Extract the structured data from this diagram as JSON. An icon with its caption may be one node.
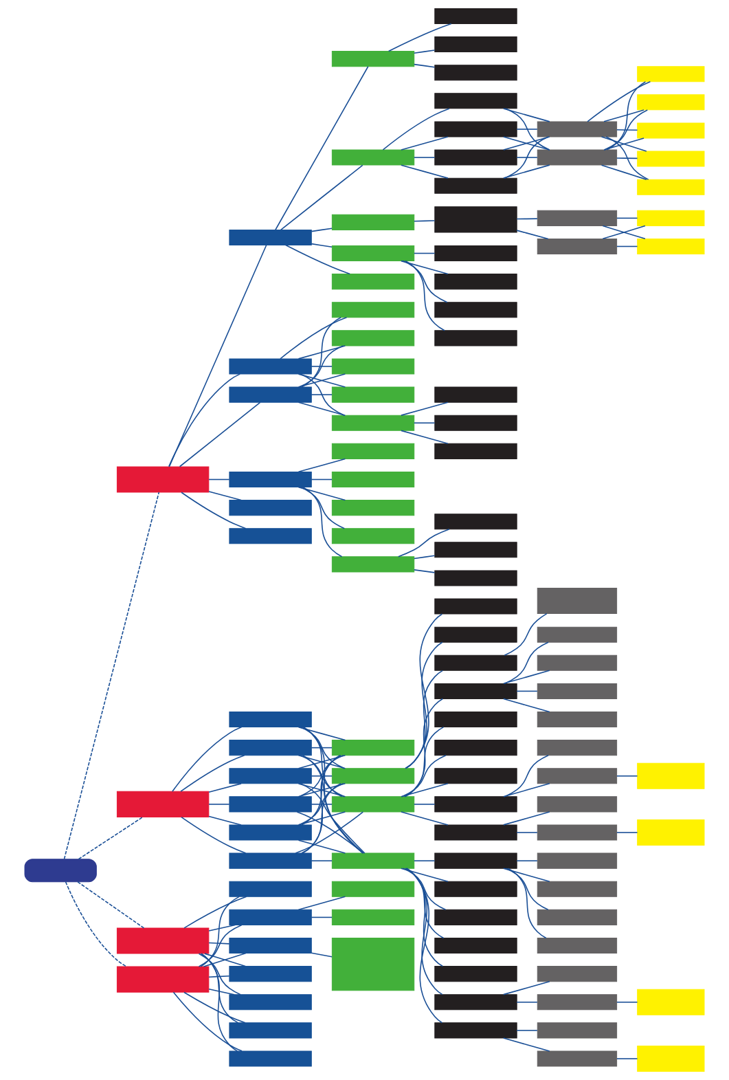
{
  "diagram": {
    "nodes": [
      {
        "text": [],
        "shape": "box"
      },
      {
        "text": [],
        "shape": "bar"
      },
      {
        "text": [],
        "shape": "bar"
      },
      {
        "text": [],
        "shape": "bar"
      },
      {
        "text": [],
        "shape": "bar"
      },
      {
        "text": [],
        "shape": "bar"
      },
      {
        "text": [],
        "shape": "bar"
      },
      {
        "text": [],
        "shape": "bar"
      },
      {
        "text": [],
        "shape": "bar"
      },
      {
        "text": [],
        "shape": "bar"
      },
      {
        "text": [],
        "shape": "bar"
      },
      {
        "text": [],
        "shape": "bar"
      },
      {
        "text": [],
        "shape": "bar"
      },
      {
        "text": [],
        "shape": "bar"
      },
      {
        "text": [],
        "shape": "bar"
      },
      {
        "text": [],
        "shape": "bar"
      },
      {
        "text": [],
        "shape": "bar"
      },
      {
        "text": [],
        "shape": "bar"
      },
      {
        "text": [],
        "shape": "bar"
      },
      {
        "text": [],
        "shape": "box"
      },
      {
        "text": [],
        "shape": "bar"
      },
      {
        "text": [],
        "shape": "bar"
      },
      {
        "text": [],
        "shape": "bar"
      },
      {
        "text": [],
        "shape": "bar"
      },
      {
        "text": [],
        "shape": "bar"
      },
      {
        "text": [],
        "shape": "bar"
      },
      {
        "text": [],
        "shape": "bar"
      },
      {
        "text": [],
        "shape": "bar"
      },
      {
        "text": [],
        "shape": "bar"
      },
      {
        "text": [],
        "shape": "bar"
      },
      {
        "text": [],
        "shape": "bar"
      },
      {
        "text": [],
        "shape": "bar"
      },
      {
        "text": [],
        "shape": "bar"
      },
      {
        "text": [],
        "shape": "bar"
      },
      {
        "text": [],
        "shape": "bar"
      },
      {
        "text": [],
        "shape": "bar"
      },
      {
        "text": [],
        "shape": "bar"
      },
      {
        "text": [],
        "shape": "bar"
      },
      {
        "text": [],
        "shape": "bar"
      },
      {
        "text": [],
        "shape": "bar"
      },
      {
        "text": [],
        "shape": "bar"
      },
      {
        "text": [],
        "shape": "bar"
      },
      {
        "text": [],
        "shape": "bar"
      },
      {
        "text": [],
        "shape": "bar"
      },
      {
        "text": [],
        "shape": "bar"
      },
      {
        "text": [],
        "shape": "bar"
      },
      {
        "text": [],
        "shape": "bar"
      },
      {
        "text": [],
        "shape": "bar"
      },
      {
        "text": [],
        "shape": "bar"
      },
      {
        "text": [],
        "shape": "bar"
      },
      {
        "text": [],
        "shape": "bar"
      },
      {
        "text": [],
        "shape": "box"
      },
      {
        "text": [],
        "shape": "bar"
      },
      {
        "text": [],
        "shape": "bar"
      },
      {
        "text": [],
        "shape": "bar"
      },
      {
        "text": [],
        "shape": "bar"
      },
      {
        "text": [],
        "shape": "bar"
      },
      {
        "text": [],
        "shape": "bar"
      },
      {
        "text": [],
        "shape": "bar"
      },
      {
        "text": [],
        "shape": "bar"
      },
      {
        "text": [],
        "shape": "bar"
      },
      {
        "text": [],
        "shape": "bar"
      },
      {
        "text": [],
        "shape": "bar"
      },
      {
        "text": [],
        "shape": "box"
      },
      {
        "text": [],
        "shape": "bar"
      },
      {
        "text": [],
        "shape": "bar"
      },
      {
        "text": [],
        "shape": "bar"
      },
      {
        "text": [],
        "shape": "bar"
      },
      {
        "text": [],
        "shape": "bar"
      },
      {
        "text": [],
        "shape": "bar"
      },
      {
        "text": [],
        "shape": "bar"
      },
      {
        "text": [],
        "shape": "bar"
      },
      {
        "text": [],
        "shape": "bar"
      },
      {
        "text": [],
        "shape": "bar"
      },
      {
        "text": [],
        "shape": "bar"
      },
      {
        "text": [],
        "shape": "bar"
      },
      {
        "text": [],
        "shape": "box"
      },
      {
        "text": [],
        "shape": "bar"
      },
      {
        "text": [],
        "shape": "bar"
      },
      {
        "text": [],
        "shape": "bar"
      },
      {
        "text": [],
        "shape": "box"
      },
      {
        "text": [],
        "shape": "bar"
      },
      {
        "text": [],
        "shape": "bar"
      },
      {
        "text": [],
        "shape": "bar"
      },
      {
        "text": [],
        "shape": "bar"
      },
      {
        "text": [],
        "shape": "bar"
      },
      {
        "text": [],
        "shape": "bar"
      },
      {
        "text": [],
        "shape": "bar"
      },
      {
        "text": [],
        "shape": "bar"
      },
      {
        "text": [],
        "shape": "bar"
      },
      {
        "text": [],
        "shape": "bar"
      },
      {
        "text": [],
        "shape": "bar"
      },
      {
        "text": [],
        "shape": "bar"
      },
      {
        "text": [],
        "shape": "bar"
      },
      {
        "text": [],
        "shape": "box"
      },
      {
        "text": [],
        "shape": "bar"
      },
      {
        "text": [],
        "shape": "bar"
      },
      {
        "text": [],
        "shape": "bar"
      },
      {
        "text": [],
        "shape": "box"
      },
      {
        "text": [],
        "shape": "box"
      },
      {
        "text": [],
        "shape": "box"
      },
      {
        "text": [],
        "shape": "bar"
      },
      {
        "text": [],
        "shape": "bar"
      },
      {
        "text": [],
        "shape": "bar"
      },
      {
        "text": [],
        "shape": "bar"
      },
      {
        "text": [],
        "shape": "bar"
      },
      {
        "text": [],
        "shape": "box"
      },
      {
        "text": [],
        "shape": "bar"
      },
      {
        "text": [],
        "shape": "bar"
      },
      {
        "text": [],
        "shape": "bar"
      },
      {
        "text": [],
        "shape": "bar"
      },
      {
        "text": [],
        "shape": "pill"
      }
    ],
    "edges": [
      {
        "from": 111,
        "to": 0,
        "arrow": "none",
        "style": "dashed"
      },
      {
        "from": 111,
        "to": 51,
        "arrow": "none",
        "style": "dashed"
      },
      {
        "from": 111,
        "to": 99,
        "arrow": "none",
        "style": "dashed"
      },
      {
        "from": 111,
        "to": 100,
        "arrow": "none",
        "style": "dashed"
      },
      {
        "from": 0,
        "to": 1,
        "arrow": "none"
      },
      {
        "from": 0,
        "to": 30,
        "arrow": "none"
      },
      {
        "from": 0,
        "to": 31,
        "arrow": "none"
      },
      {
        "from": 0,
        "to": 40,
        "arrow": "none"
      },
      {
        "from": 0,
        "to": 49,
        "arrow": "none"
      },
      {
        "from": 0,
        "to": 50,
        "arrow": "none"
      },
      {
        "from": 1,
        "to": 2,
        "arrow": "none"
      },
      {
        "from": 1,
        "to": 6,
        "arrow": "none"
      },
      {
        "from": 1,
        "to": 18,
        "arrow": "none"
      },
      {
        "from": 1,
        "to": 24,
        "arrow": "none"
      },
      {
        "from": 1,
        "to": 29,
        "arrow": "none"
      },
      {
        "from": 2,
        "to": 3,
        "arrow": "none"
      },
      {
        "from": 2,
        "to": 4,
        "arrow": "none"
      },
      {
        "from": 2,
        "to": 5,
        "arrow": "none"
      },
      {
        "from": 6,
        "to": 7,
        "arrow": "none"
      },
      {
        "from": 6,
        "to": 8,
        "arrow": "none"
      },
      {
        "from": 6,
        "to": 9,
        "arrow": "none"
      },
      {
        "from": 6,
        "to": 10,
        "arrow": "none"
      },
      {
        "from": 7,
        "to": 11,
        "arrow": "none"
      },
      {
        "from": 7,
        "to": 12,
        "arrow": "none"
      },
      {
        "from": 8,
        "to": 11,
        "arrow": "none"
      },
      {
        "from": 8,
        "to": 12,
        "arrow": "none"
      },
      {
        "from": 9,
        "to": 11,
        "arrow": "none"
      },
      {
        "from": 9,
        "to": 12,
        "arrow": "none"
      },
      {
        "from": 10,
        "to": 11,
        "arrow": "none"
      },
      {
        "from": 10,
        "to": 12,
        "arrow": "none"
      },
      {
        "from": 11,
        "to": 13,
        "arrow": "none"
      },
      {
        "from": 11,
        "to": 14,
        "arrow": "none"
      },
      {
        "from": 11,
        "to": 15,
        "arrow": "none"
      },
      {
        "from": 11,
        "to": 16,
        "arrow": "none"
      },
      {
        "from": 11,
        "to": 17,
        "arrow": "none"
      },
      {
        "from": 12,
        "to": 13,
        "arrow": "none"
      },
      {
        "from": 12,
        "to": 14,
        "arrow": "none"
      },
      {
        "from": 12,
        "to": 15,
        "arrow": "none"
      },
      {
        "from": 12,
        "to": 16,
        "arrow": "none"
      },
      {
        "from": 12,
        "to": 17,
        "arrow": "none"
      },
      {
        "from": 18,
        "to": 19,
        "arrow": "none"
      },
      {
        "from": 19,
        "to": 20,
        "arrow": "none"
      },
      {
        "from": 19,
        "to": 21,
        "arrow": "none"
      },
      {
        "from": 20,
        "to": 22,
        "arrow": "none"
      },
      {
        "from": 20,
        "to": 23,
        "arrow": "none"
      },
      {
        "from": 21,
        "to": 22,
        "arrow": "none"
      },
      {
        "from": 21,
        "to": 23,
        "arrow": "none"
      },
      {
        "from": 24,
        "to": 25,
        "arrow": "none"
      },
      {
        "from": 24,
        "to": 26,
        "arrow": "none"
      },
      {
        "from": 24,
        "to": 27,
        "arrow": "none"
      },
      {
        "from": 24,
        "to": 28,
        "arrow": "none"
      },
      {
        "from": 30,
        "to": 32,
        "arrow": "none"
      },
      {
        "from": 30,
        "to": 33,
        "arrow": "none"
      },
      {
        "from": 30,
        "to": 34,
        "arrow": "none"
      },
      {
        "from": 30,
        "to": 35,
        "arrow": "none"
      },
      {
        "from": 30,
        "to": 36,
        "arrow": "none"
      },
      {
        "from": 31,
        "to": 32,
        "arrow": "none"
      },
      {
        "from": 31,
        "to": 33,
        "arrow": "none"
      },
      {
        "from": 31,
        "to": 34,
        "arrow": "none"
      },
      {
        "from": 31,
        "to": 35,
        "arrow": "none"
      },
      {
        "from": 31,
        "to": 36,
        "arrow": "none"
      },
      {
        "from": 36,
        "to": 37,
        "arrow": "none"
      },
      {
        "from": 36,
        "to": 38,
        "arrow": "none"
      },
      {
        "from": 36,
        "to": 39,
        "arrow": "none"
      },
      {
        "from": 40,
        "to": 41,
        "arrow": "none"
      },
      {
        "from": 40,
        "to": 42,
        "arrow": "none"
      },
      {
        "from": 40,
        "to": 43,
        "arrow": "none"
      },
      {
        "from": 40,
        "to": 44,
        "arrow": "none"
      },
      {
        "from": 40,
        "to": 45,
        "arrow": "none"
      },
      {
        "from": 45,
        "to": 46,
        "arrow": "none"
      },
      {
        "from": 45,
        "to": 47,
        "arrow": "none"
      },
      {
        "from": 45,
        "to": 48,
        "arrow": "none"
      },
      {
        "from": 51,
        "to": 52,
        "arrow": "none"
      },
      {
        "from": 51,
        "to": 53,
        "arrow": "none"
      },
      {
        "from": 51,
        "to": 54,
        "arrow": "none"
      },
      {
        "from": 51,
        "to": 55,
        "arrow": "none"
      },
      {
        "from": 51,
        "to": 56,
        "arrow": "none"
      },
      {
        "from": 51,
        "to": 57,
        "arrow": "none"
      },
      {
        "from": 52,
        "to": 58,
        "arrow": "none"
      },
      {
        "from": 52,
        "to": 59,
        "arrow": "none"
      },
      {
        "from": 52,
        "to": 64,
        "arrow": "none"
      },
      {
        "from": 52,
        "to": 81,
        "arrow": "none"
      },
      {
        "from": 53,
        "to": 58,
        "arrow": "none"
      },
      {
        "from": 53,
        "to": 59,
        "arrow": "none"
      },
      {
        "from": 53,
        "to": 64,
        "arrow": "none"
      },
      {
        "from": 53,
        "to": 81,
        "arrow": "none"
      },
      {
        "from": 54,
        "to": 58,
        "arrow": "none"
      },
      {
        "from": 54,
        "to": 59,
        "arrow": "none"
      },
      {
        "from": 54,
        "to": 64,
        "arrow": "none"
      },
      {
        "from": 54,
        "to": 81,
        "arrow": "none"
      },
      {
        "from": 55,
        "to": 58,
        "arrow": "none"
      },
      {
        "from": 55,
        "to": 59,
        "arrow": "none"
      },
      {
        "from": 55,
        "to": 64,
        "arrow": "none"
      },
      {
        "from": 55,
        "to": 81,
        "arrow": "none"
      },
      {
        "from": 56,
        "to": 58,
        "arrow": "none"
      },
      {
        "from": 56,
        "to": 59,
        "arrow": "none"
      },
      {
        "from": 56,
        "to": 64,
        "arrow": "none"
      },
      {
        "from": 56,
        "to": 81,
        "arrow": "none"
      },
      {
        "from": 57,
        "to": 58,
        "arrow": "none"
      },
      {
        "from": 57,
        "to": 59,
        "arrow": "none"
      },
      {
        "from": 57,
        "to": 64,
        "arrow": "none"
      },
      {
        "from": 57,
        "to": 81,
        "arrow": "none"
      },
      {
        "from": 59,
        "to": 60,
        "arrow": "none"
      },
      {
        "from": 59,
        "to": 61,
        "arrow": "none"
      },
      {
        "from": 59,
        "to": 62,
        "arrow": "none"
      },
      {
        "from": 62,
        "to": 63,
        "arrow": "none"
      },
      {
        "from": 64,
        "to": 65,
        "arrow": "none"
      },
      {
        "from": 64,
        "to": 70,
        "arrow": "none"
      },
      {
        "from": 64,
        "to": 71,
        "arrow": "none"
      },
      {
        "from": 64,
        "to": 72,
        "arrow": "none"
      },
      {
        "from": 64,
        "to": 73,
        "arrow": "none"
      },
      {
        "from": 64,
        "to": 77,
        "arrow": "none"
      },
      {
        "from": 65,
        "to": 66,
        "arrow": "none"
      },
      {
        "from": 65,
        "to": 67,
        "arrow": "none"
      },
      {
        "from": 65,
        "to": 68,
        "arrow": "none"
      },
      {
        "from": 65,
        "to": 69,
        "arrow": "none"
      },
      {
        "from": 73,
        "to": 74,
        "arrow": "none"
      },
      {
        "from": 73,
        "to": 75,
        "arrow": "none"
      },
      {
        "from": 75,
        "to": 76,
        "arrow": "none"
      },
      {
        "from": 77,
        "to": 78,
        "arrow": "none"
      },
      {
        "from": 77,
        "to": 79,
        "arrow": "none"
      },
      {
        "from": 79,
        "to": 80,
        "arrow": "none"
      },
      {
        "from": 81,
        "to": 82,
        "arrow": "none"
      },
      {
        "from": 81,
        "to": 87,
        "arrow": "none"
      },
      {
        "from": 81,
        "to": 88,
        "arrow": "none"
      },
      {
        "from": 81,
        "to": 89,
        "arrow": "none"
      },
      {
        "from": 81,
        "to": 90,
        "arrow": "none"
      },
      {
        "from": 81,
        "to": 91,
        "arrow": "none"
      },
      {
        "from": 81,
        "to": 95,
        "arrow": "none"
      },
      {
        "from": 82,
        "to": 83,
        "arrow": "none"
      },
      {
        "from": 82,
        "to": 84,
        "arrow": "none"
      },
      {
        "from": 82,
        "to": 85,
        "arrow": "none"
      },
      {
        "from": 82,
        "to": 86,
        "arrow": "none"
      },
      {
        "from": 91,
        "to": 92,
        "arrow": "none"
      },
      {
        "from": 91,
        "to": 93,
        "arrow": "none"
      },
      {
        "from": 93,
        "to": 94,
        "arrow": "none"
      },
      {
        "from": 95,
        "to": 96,
        "arrow": "none"
      },
      {
        "from": 95,
        "to": 97,
        "arrow": "none"
      },
      {
        "from": 97,
        "to": 98,
        "arrow": "none"
      },
      {
        "from": 99,
        "to": 101,
        "arrow": "none"
      },
      {
        "from": 99,
        "to": 102,
        "arrow": "none"
      },
      {
        "from": 99,
        "to": 105,
        "arrow": "none"
      },
      {
        "from": 99,
        "to": 107,
        "arrow": "none"
      },
      {
        "from": 99,
        "to": 108,
        "arrow": "none"
      },
      {
        "from": 99,
        "to": 109,
        "arrow": "none"
      },
      {
        "from": 99,
        "to": 110,
        "arrow": "none"
      },
      {
        "from": 100,
        "to": 101,
        "arrow": "none"
      },
      {
        "from": 100,
        "to": 102,
        "arrow": "none"
      },
      {
        "from": 100,
        "to": 105,
        "arrow": "none"
      },
      {
        "from": 100,
        "to": 107,
        "arrow": "none"
      },
      {
        "from": 100,
        "to": 108,
        "arrow": "none"
      },
      {
        "from": 100,
        "to": 109,
        "arrow": "none"
      },
      {
        "from": 100,
        "to": 110,
        "arrow": "none"
      },
      {
        "from": 102,
        "to": 103,
        "arrow": "none"
      },
      {
        "from": 102,
        "to": 104,
        "arrow": "none"
      },
      {
        "from": 105,
        "to": 106,
        "arrow": "none"
      }
    ]
  }
}
